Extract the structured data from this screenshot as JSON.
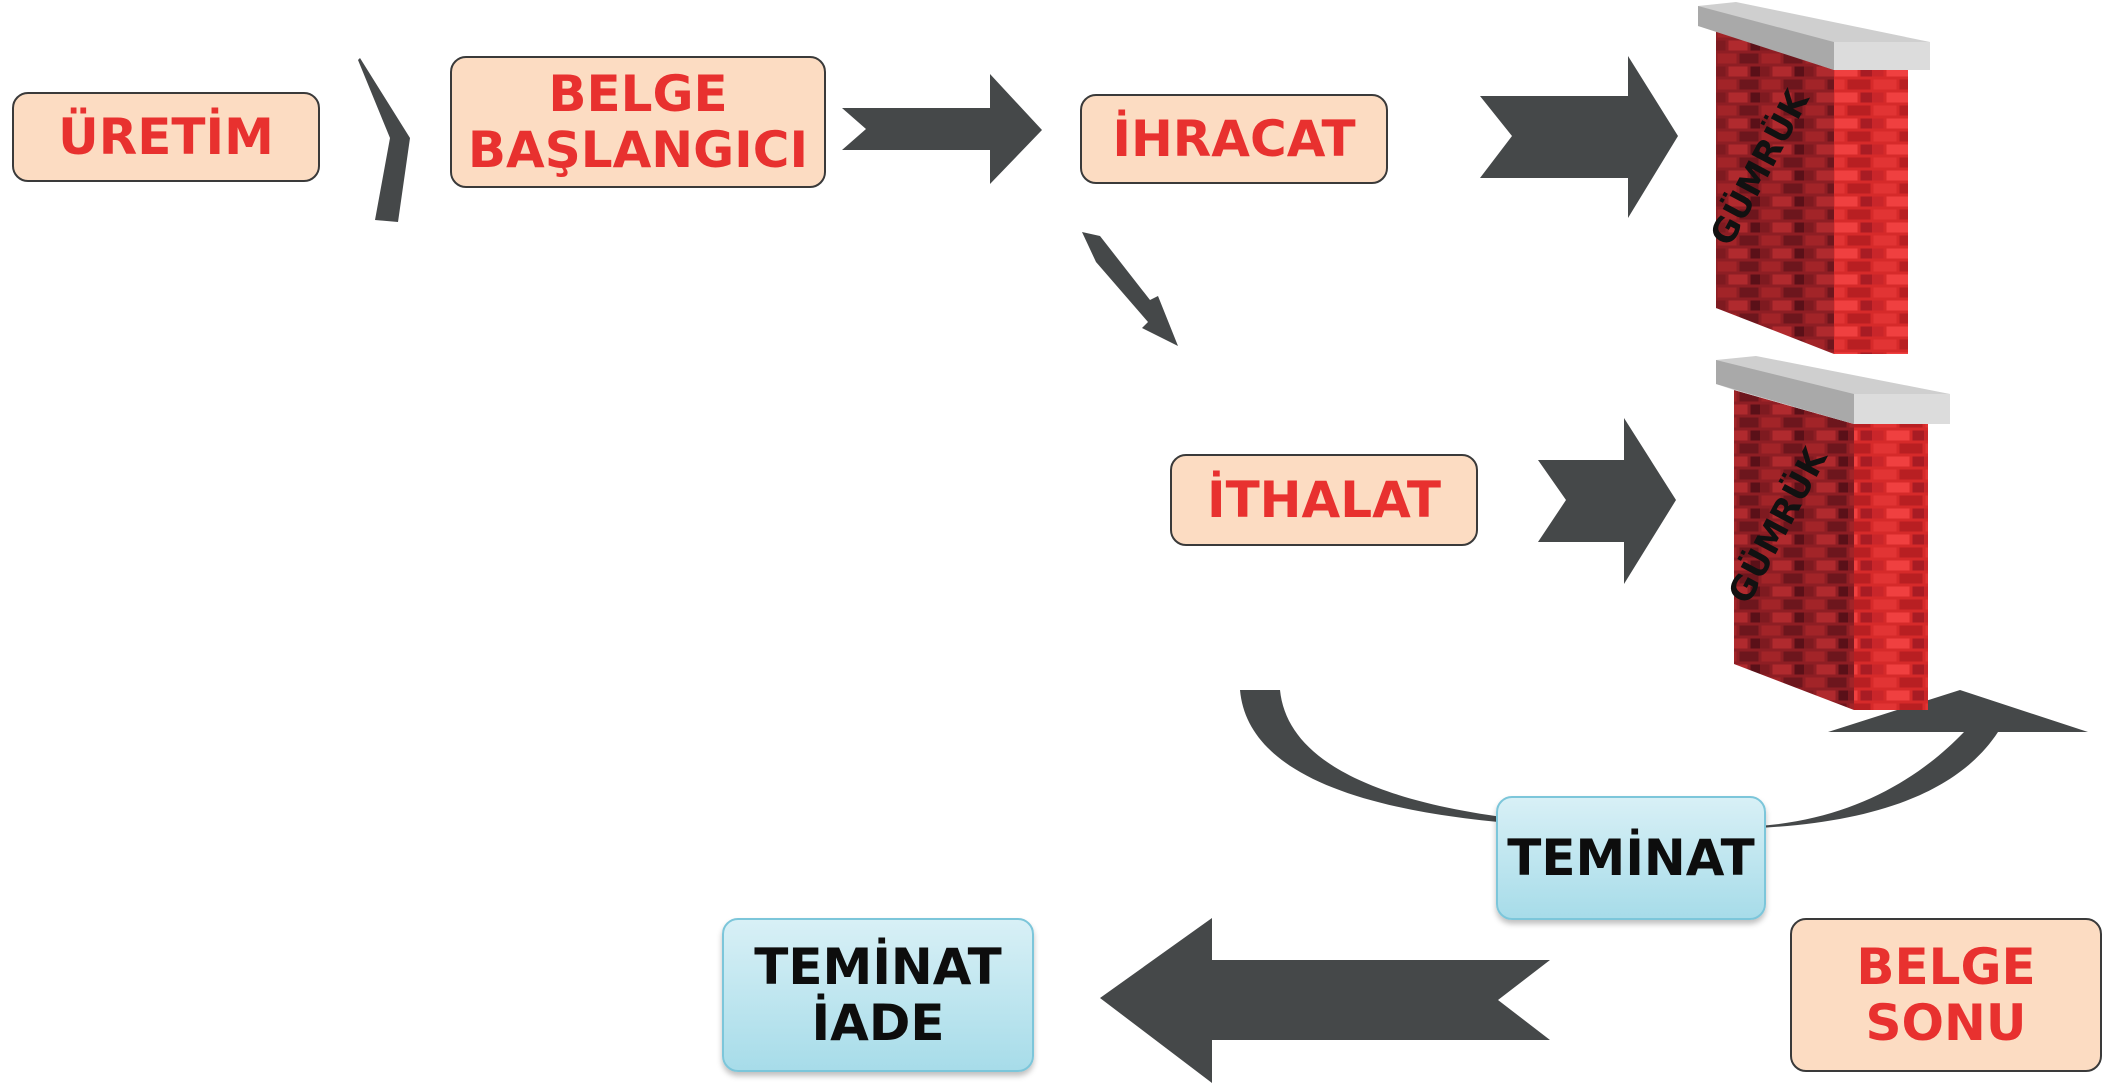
{
  "flow": {
    "production": "ÜRETİM",
    "doc_start": [
      "BELGE",
      "BAŞLANGICI"
    ],
    "export": "İHRACAT",
    "import": "İTHALAT",
    "guarantee": "TEMİNAT",
    "guarantee_return": [
      "TEMİNAT",
      "İADE"
    ],
    "doc_end": [
      "BELGE",
      "SONU"
    ]
  },
  "walls": {
    "label": "GÜMRÜK"
  },
  "colors": {
    "arrow": "#454849",
    "peach_fill": "#fcdcc2",
    "peach_text": "#e8312f",
    "blue_fill": "#b9e3ee",
    "brick": "#c82a2a",
    "mortar": "#ffffff",
    "wall_cap": "#cfcfcf"
  }
}
